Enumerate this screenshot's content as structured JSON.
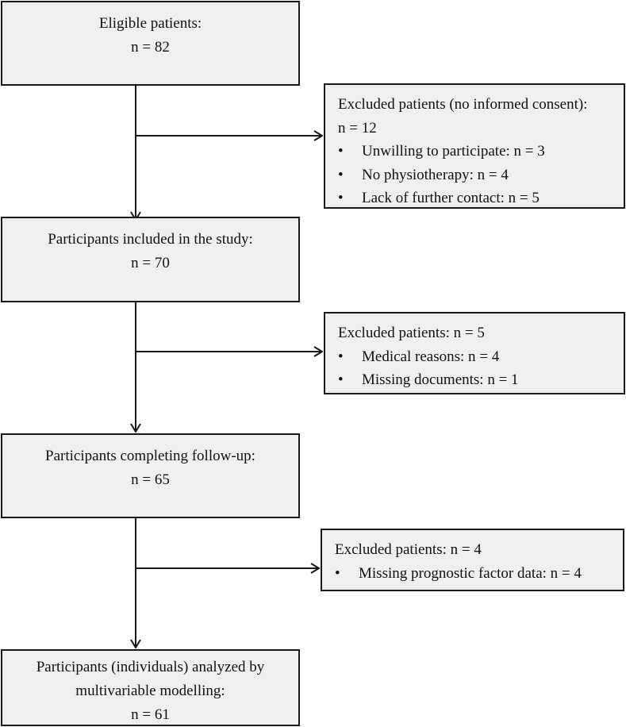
{
  "flowchart": {
    "eligible": {
      "label": "Eligible patients:",
      "count": "n = 82"
    },
    "exclusion_1": {
      "title": "Excluded patients (no informed consent):",
      "count": "n = 12",
      "bullet_symbol": "•",
      "items": [
        "Unwilling to participate: n = 3",
        "No physiotherapy: n = 4",
        "Lack of further contact: n = 5"
      ]
    },
    "included": {
      "label": "Participants included in the study:",
      "count": "n = 70"
    },
    "exclusion_2": {
      "title": "Excluded patients: n = 5",
      "bullet_symbol": "•",
      "items": [
        "Medical reasons: n = 4",
        "Missing documents: n = 1"
      ]
    },
    "followup": {
      "label": "Participants completing follow-up:",
      "count": "n = 65"
    },
    "exclusion_3": {
      "title": "Excluded patients: n = 4",
      "bullet_symbol": "•",
      "items": [
        "Missing prognostic factor data: n = 4"
      ]
    },
    "analyzed": {
      "label_line1": "Participants (individuals) analyzed by",
      "label_line2": "multivariable modelling:",
      "count": "n = 61"
    }
  },
  "colors": {
    "box_fill": "#efefef",
    "border": "#1a1a1a",
    "text": "#111111"
  }
}
